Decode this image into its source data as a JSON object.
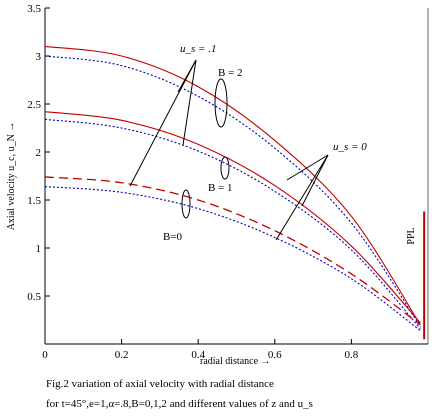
{
  "chart_data": {
    "type": "line",
    "xlabel": "radial distance  →",
    "ylabel": "Axial velocity u_c, u_N  →",
    "xlim": [
      0,
      1
    ],
    "ylim": [
      0,
      3.5
    ],
    "xticks": [
      0,
      0.2,
      0.4,
      0.6,
      0.8
    ],
    "xtick_labels": [
      "0",
      "0.2",
      "0.4",
      "0.6",
      "0.8"
    ],
    "yticks": [
      0.5,
      1,
      1.5,
      2,
      2.5,
      3,
      3.5
    ],
    "ytick_labels": [
      "0.5",
      "1",
      "1.5",
      "2",
      "2.5",
      "3",
      "3.5"
    ],
    "grid": false,
    "series": [
      {
        "style": "solid",
        "color": "#c00000",
        "x": [
          0,
          0.2,
          0.4,
          0.6,
          0.8,
          0.98
        ],
        "y": [
          3.1,
          3.0,
          2.68,
          2.12,
          1.33,
          0.2
        ]
      },
      {
        "style": "dotted",
        "color": "#0000c0",
        "x": [
          0,
          0.2,
          0.4,
          0.6,
          0.8,
          0.98
        ],
        "y": [
          3.0,
          2.9,
          2.58,
          2.04,
          1.26,
          0.18
        ]
      },
      {
        "style": "solid",
        "color": "#c00000",
        "x": [
          0,
          0.2,
          0.4,
          0.6,
          0.8,
          0.98
        ],
        "y": [
          2.42,
          2.33,
          2.08,
          1.65,
          1.02,
          0.22
        ]
      },
      {
        "style": "dotted",
        "color": "#0000c0",
        "x": [
          0,
          0.2,
          0.4,
          0.6,
          0.8,
          0.98
        ],
        "y": [
          2.34,
          2.25,
          2.01,
          1.59,
          0.98,
          0.16
        ]
      },
      {
        "style": "dashed",
        "color": "#c00000",
        "x": [
          0,
          0.2,
          0.4,
          0.6,
          0.8,
          0.98
        ],
        "y": [
          1.74,
          1.68,
          1.5,
          1.18,
          0.73,
          0.2
        ]
      },
      {
        "style": "dotted",
        "color": "#0000c0",
        "x": [
          0,
          0.2,
          0.4,
          0.6,
          0.8,
          0.98
        ],
        "y": [
          1.64,
          1.58,
          1.41,
          1.11,
          0.68,
          0.14
        ]
      }
    ],
    "annotations": {
      "us_01": "u_s = .1",
      "us_0": "u_s = 0",
      "b2": "B = 2",
      "b1": "B = 1",
      "b0": "B=0",
      "ppl": "PPL"
    },
    "ppl_line": {
      "x": 0.99,
      "y0": 0.05,
      "y1": 1.38,
      "color": "#c00000"
    }
  },
  "caption": {
    "line1": "Fig.2 variation of axial velocity with radial distance",
    "line2": "for t=45°,e=1,α=.8,B=0,1,2 and different values of z and u_s"
  }
}
